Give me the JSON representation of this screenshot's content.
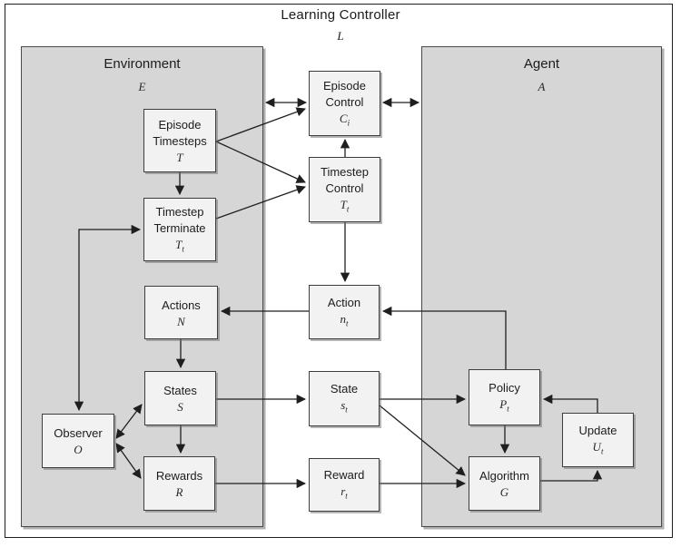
{
  "title": {
    "label": "Learning Controller",
    "symbol": "L"
  },
  "panels": {
    "environment": {
      "label": "Environment",
      "symbol": "E"
    },
    "agent": {
      "label": "Agent",
      "symbol": "A"
    }
  },
  "nodes": {
    "episode_control": {
      "line1": "Episode",
      "line2": "Control",
      "symbol": "C",
      "subscript": "i"
    },
    "timestep_control": {
      "line1": "Timestep",
      "line2": "Control",
      "symbol": "T",
      "subscript": "t"
    },
    "episode_timesteps": {
      "line1": "Episode",
      "line2": "Timesteps",
      "symbol": "T",
      "subscript": ""
    },
    "timestep_terminate": {
      "line1": "Timestep",
      "line2": "Terminate",
      "symbol": "T",
      "subscript": "t"
    },
    "actions": {
      "line1": "Actions",
      "line2": "",
      "symbol": "N",
      "subscript": ""
    },
    "action": {
      "line1": "Action",
      "line2": "",
      "symbol": "n",
      "subscript": "t"
    },
    "states": {
      "line1": "States",
      "line2": "",
      "symbol": "S",
      "subscript": ""
    },
    "state": {
      "line1": "State",
      "line2": "",
      "symbol": "s",
      "subscript": "t"
    },
    "observer": {
      "line1": "Observer",
      "line2": "",
      "symbol": "O",
      "subscript": ""
    },
    "rewards": {
      "line1": "Rewards",
      "line2": "",
      "symbol": "R",
      "subscript": ""
    },
    "reward": {
      "line1": "Reward",
      "line2": "",
      "symbol": "r",
      "subscript": "t"
    },
    "policy": {
      "line1": "Policy",
      "line2": "",
      "symbol": "P",
      "subscript": "t"
    },
    "algorithm": {
      "line1": "Algorithm",
      "line2": "",
      "symbol": "G",
      "subscript": ""
    },
    "update": {
      "line1": "Update",
      "line2": "",
      "symbol": "U",
      "subscript": "t"
    }
  },
  "edges": [
    {
      "from": "environment",
      "to": "episode_control",
      "type": "bidirectional"
    },
    {
      "from": "episode_control",
      "to": "agent",
      "type": "bidirectional"
    },
    {
      "from": "episode_timesteps",
      "to": "episode_control",
      "type": "directed"
    },
    {
      "from": "episode_timesteps",
      "to": "timestep_control",
      "type": "directed"
    },
    {
      "from": "episode_timesteps",
      "to": "timestep_terminate",
      "type": "directed"
    },
    {
      "from": "timestep_terminate",
      "to": "timestep_control",
      "type": "directed"
    },
    {
      "from": "timestep_control",
      "to": "episode_control",
      "type": "directed"
    },
    {
      "from": "timestep_control",
      "to": "action",
      "type": "directed"
    },
    {
      "from": "action",
      "to": "actions",
      "type": "directed"
    },
    {
      "from": "policy",
      "to": "action",
      "type": "directed"
    },
    {
      "from": "actions",
      "to": "states",
      "type": "directed"
    },
    {
      "from": "states",
      "to": "rewards",
      "type": "directed"
    },
    {
      "from": "states",
      "to": "state",
      "type": "directed"
    },
    {
      "from": "rewards",
      "to": "reward",
      "type": "directed"
    },
    {
      "from": "state",
      "to": "policy",
      "type": "directed"
    },
    {
      "from": "state",
      "to": "algorithm",
      "type": "directed"
    },
    {
      "from": "reward",
      "to": "algorithm",
      "type": "directed"
    },
    {
      "from": "policy",
      "to": "algorithm",
      "type": "directed"
    },
    {
      "from": "algorithm",
      "to": "update",
      "type": "directed"
    },
    {
      "from": "update",
      "to": "policy",
      "type": "directed"
    },
    {
      "from": "observer",
      "to": "timestep_terminate",
      "type": "bidirectional"
    },
    {
      "from": "observer",
      "to": "states",
      "type": "bidirectional"
    },
    {
      "from": "observer",
      "to": "rewards",
      "type": "bidirectional"
    }
  ],
  "colors": {
    "panel_fill": "#d6d6d6",
    "node_fill": "#f2f2f2",
    "border": "#3d3d3d",
    "line": "#1f1f1f",
    "background": "#ffffff"
  }
}
